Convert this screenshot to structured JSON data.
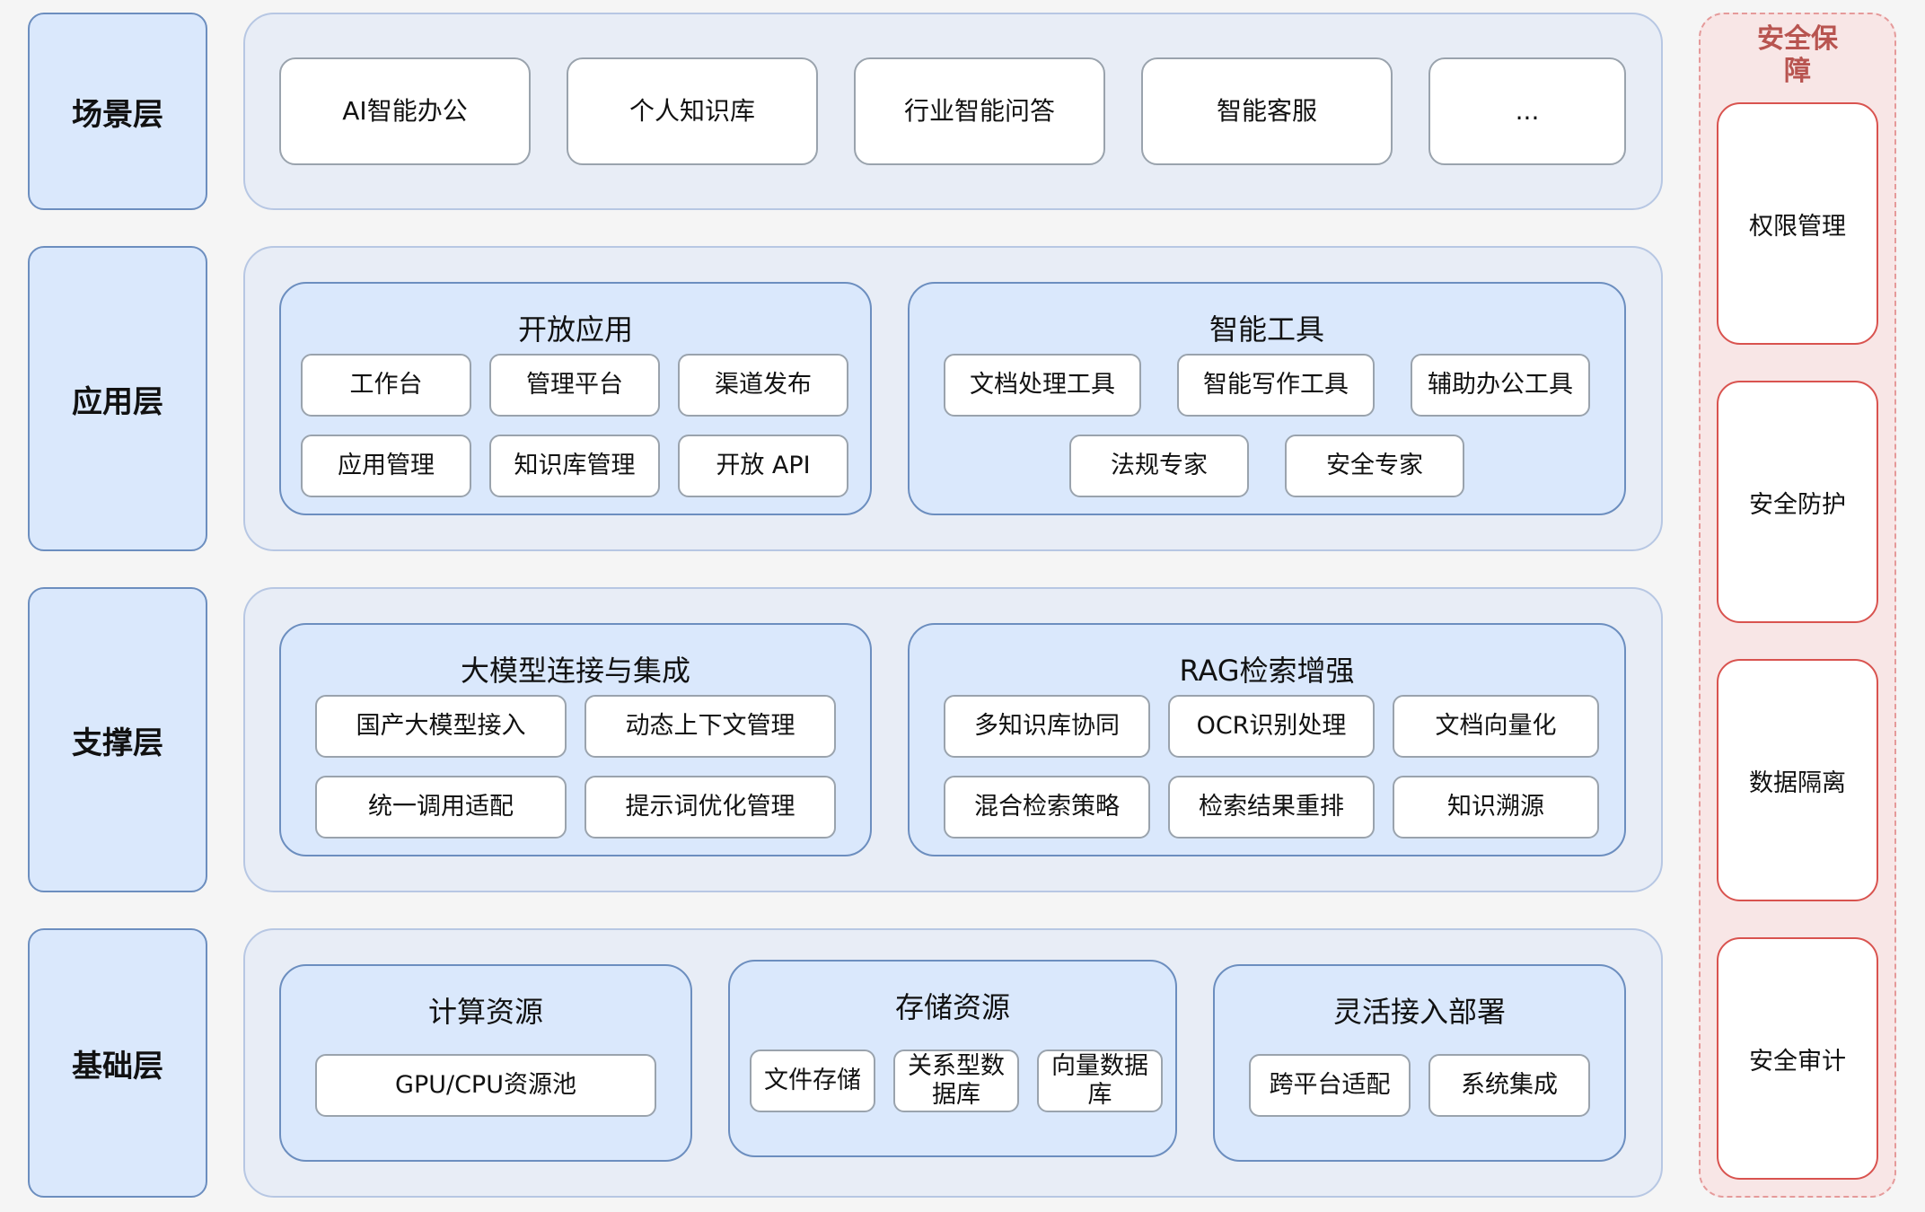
{
  "layers": {
    "scene": {
      "label": "场景层",
      "items": [
        "AI智能办公",
        "个人知识库",
        "行业智能问答",
        "智能客服",
        "..."
      ]
    },
    "application": {
      "label": "应用层",
      "groups": [
        {
          "title": "开放应用",
          "items": [
            "工作台",
            "管理平台",
            "渠道发布",
            "应用管理",
            "知识库管理",
            "开放 API"
          ]
        },
        {
          "title": "智能工具",
          "items": [
            "文档处理工具",
            "智能写作工具",
            "辅助办公工具",
            "法规专家",
            "安全专家"
          ]
        }
      ]
    },
    "support": {
      "label": "支撑层",
      "groups": [
        {
          "title": "大模型连接与集成",
          "items": [
            "国产大模型接入",
            "动态上下文管理",
            "统一调用适配",
            "提示词优化管理"
          ]
        },
        {
          "title": "RAG检索增强",
          "items": [
            "多知识库协同",
            "OCR识别处理",
            "文档向量化",
            "混合检索策略",
            "检索结果重排",
            "知识溯源"
          ]
        }
      ]
    },
    "base": {
      "label": "基础层",
      "groups": [
        {
          "title": "计算资源",
          "items": [
            "GPU/CPU资源池"
          ]
        },
        {
          "title": "存储资源",
          "items": [
            "文件存储",
            "关系型数\n据库",
            "向量数据\n库"
          ]
        },
        {
          "title": "灵活接入部署",
          "items": [
            "跨平台适配",
            "系统集成"
          ]
        }
      ]
    }
  },
  "security": {
    "title": "安全保\n障",
    "items": [
      "权限管理",
      "安全防护",
      "数据隔离",
      "安全审计"
    ]
  }
}
